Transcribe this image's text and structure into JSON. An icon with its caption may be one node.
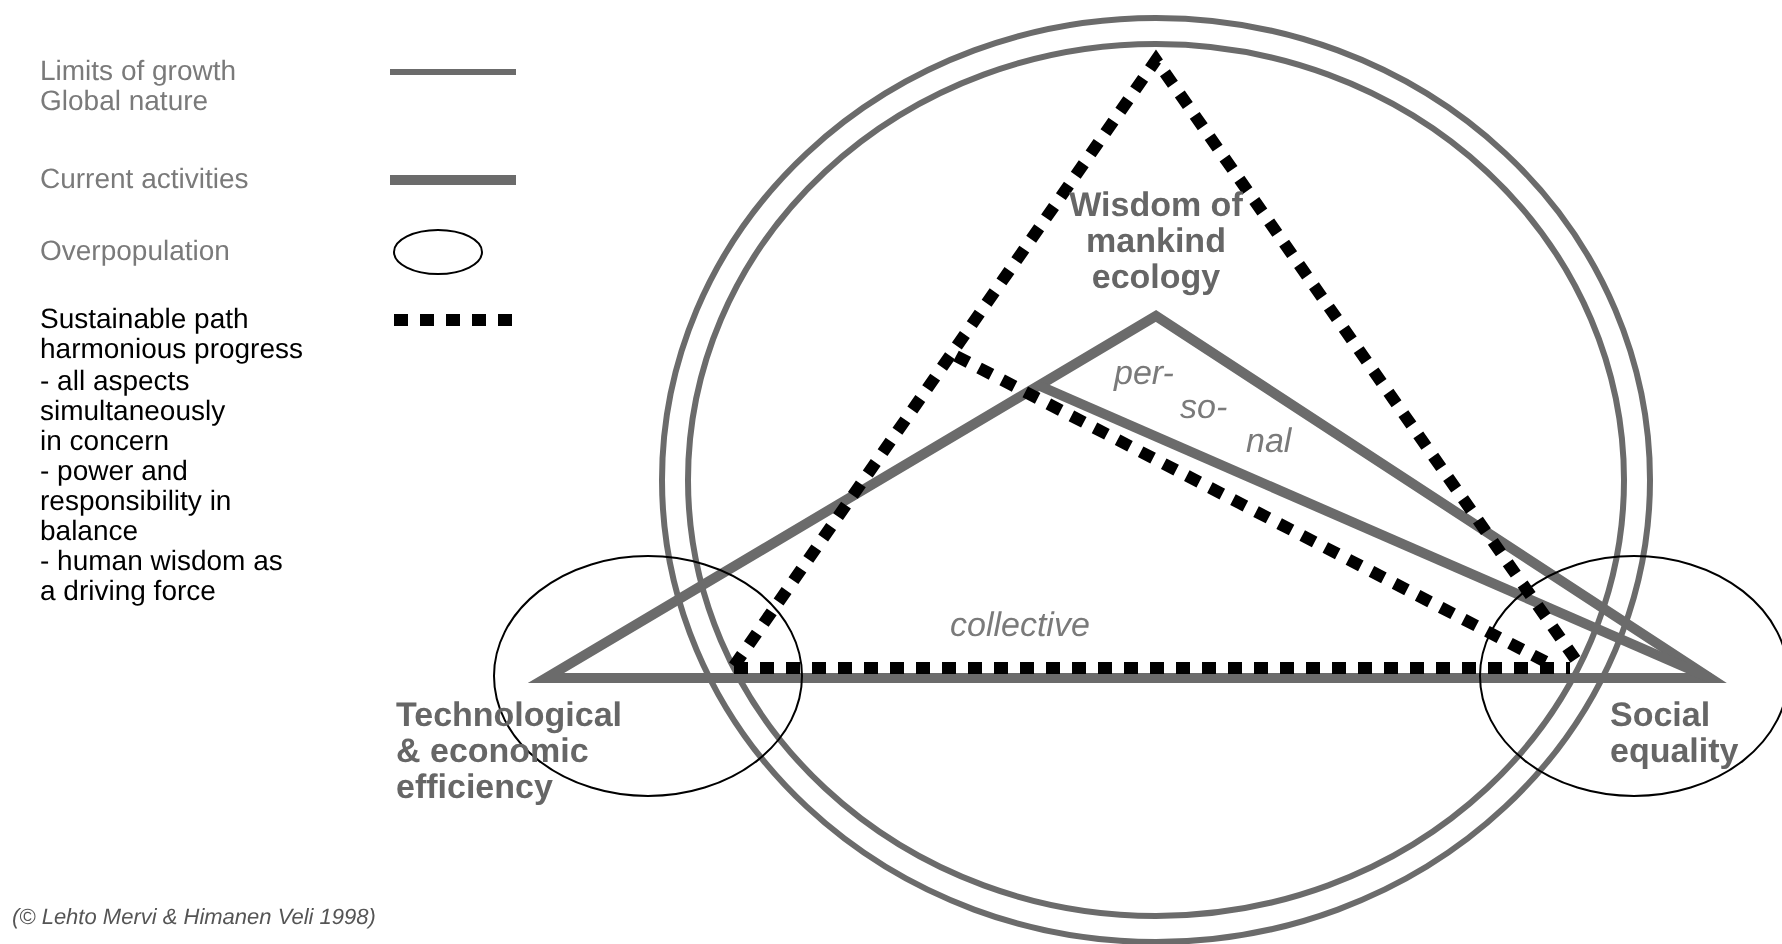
{
  "diagram": {
    "caption": "(© Lehto Mervi & Himanen Veli 1998)",
    "labels": [
      "Wisdom of mankind ecology",
      "per- so- nal",
      "collective",
      "Technological & economic efficiency",
      "Social equality",
      "- all aspects simultaneously in concern",
      "- power and responsibility in balance",
      "- human wisdom as a driving force"
    ],
    "legend": [
      {
        "text": "Limits of growth Global nature"
      },
      {
        "text": "Current activities"
      },
      {
        "text": "Overpopulation"
      },
      {
        "text": "Sustainable path harmonious progress"
      }
    ]
  }
}
